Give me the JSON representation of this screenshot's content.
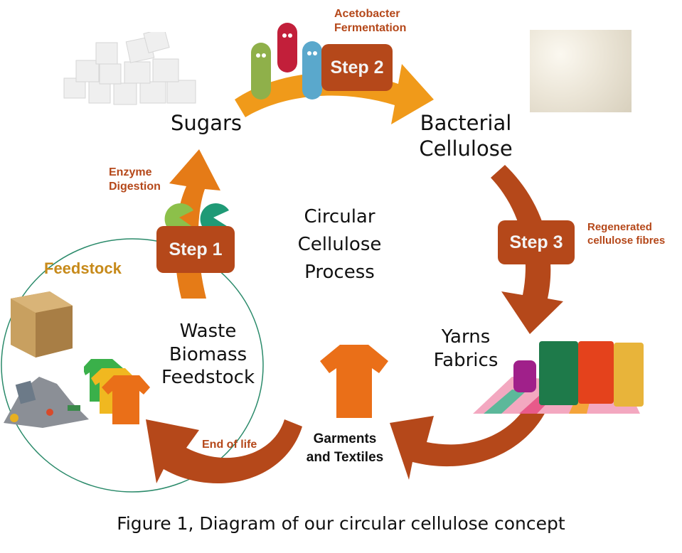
{
  "colors": {
    "arrow_rust": "#b5481a",
    "arrow_orange_light": "#f09a1a",
    "arrow_orange": "#e57b17",
    "step_box": "#b5481a",
    "feedstock_title": "#c78a1a",
    "circle_outline": "#2a8a6a"
  },
  "nodes": {
    "sugars": "Sugars",
    "bacterial_cellulose": [
      "Bacterial",
      "Cellulose"
    ],
    "yarns_fabrics": [
      "Yarns",
      "Fabrics"
    ],
    "garments_textiles": [
      "Garments",
      "and Textiles"
    ],
    "waste_biomass": [
      "Waste",
      "Biomass",
      "Feedstock"
    ],
    "center": [
      "Circular",
      "Cellulose",
      "Process"
    ]
  },
  "steps": {
    "step1": {
      "label": "Step 1",
      "description": [
        "Enzyme",
        "Digestion"
      ]
    },
    "step2": {
      "label": "Step 2",
      "description": [
        "Acetobacter",
        "Fermentation"
      ]
    },
    "step3": {
      "label": "Step 3",
      "description": [
        "Regenerated",
        "cellulose fibres"
      ]
    }
  },
  "end_of_life": "End of life",
  "feedstock_title": "Feedstock",
  "caption": "Figure 1, Diagram of our circular cellulose concept",
  "images": [
    "sugar-cubes-image",
    "bacteria-cartoon-image",
    "bacterial-cellulose-image",
    "yarn-spools-image",
    "orange-tshirt-image",
    "hay-bale-image",
    "waste-pile-image",
    "tshirts-stack-image",
    "enzyme-pacman-icons"
  ]
}
